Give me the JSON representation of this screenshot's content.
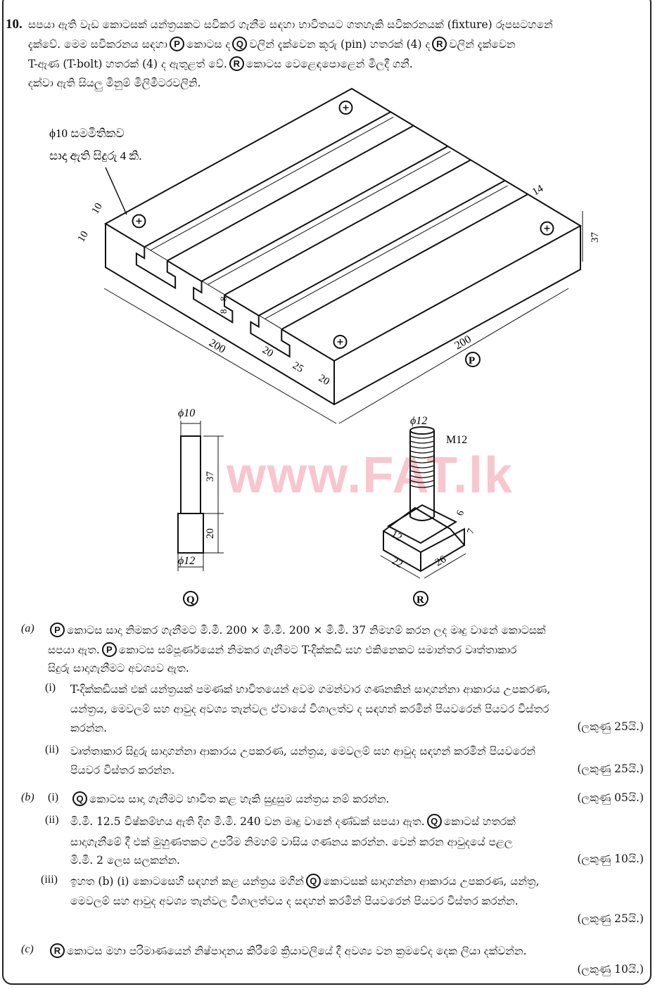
{
  "question": {
    "number": "10.",
    "intro": [
      [
        {
          "t": "සපයා ඇති වැඩ කොටසක් යන්ත්‍රයකට සවිකර ගැනීම සඳහා භාවිතයට ගතහැකි සවිකරනයක් (fixture) රූපසටහනේ"
        }
      ],
      [
        {
          "t": "දැක්වේ. මෙම සවිකරනය සඳහා"
        },
        {
          "c": "P"
        },
        {
          "t": "කොටස ද"
        },
        {
          "c": "Q"
        },
        {
          "t": "වලින් දැක්වෙන කූරු (pin) හතරක් (4) ද"
        },
        {
          "c": "R"
        },
        {
          "t": "වලින් දැක්වෙන"
        }
      ],
      [
        {
          "t": "T-ඇණ (T-bolt) හතරක් (4) ද ඇතුළත් වේ."
        },
        {
          "c": "R"
        },
        {
          "t": "කොටස වෙළෙඳපොළෙන් මිලදී ගනී."
        }
      ],
      [
        {
          "t": "දක්වා ඇති සියලු මිනුම් මිලිමීටරවලිනි."
        }
      ]
    ]
  },
  "figure": {
    "hole_note": [
      "ϕ10 සමමිතිකව",
      "සාදා ඇති සිදුරු 4 කි."
    ],
    "dims_p": {
      "edge_a": "10",
      "edge_b": "10",
      "slot_top": "14",
      "height": "37",
      "step_a": "8",
      "step_b": "8",
      "length_left": "200",
      "slot_w1": "20",
      "rib_w": "25",
      "slot_w2": "20",
      "length_right": "200"
    },
    "label_p": "P",
    "pin": {
      "top_dia": "ϕ10",
      "len_upper": "37",
      "len_lower": "20",
      "bottom_dia": "ϕ12",
      "label": "Q"
    },
    "bolt": {
      "dia": "ϕ12",
      "thread": "M12",
      "dim_a": "6",
      "dim_b": "7",
      "head_w": "12",
      "base_a": "22",
      "base_b": "26",
      "label": "R"
    },
    "watermark": "www.FAT.lk"
  },
  "parts": [
    {
      "label": "(a)",
      "lines": [
        [
          {
            "c": "P"
          },
          {
            "t": "කොටස සාදා නිමකර ගැනීමට මි.මී. 200 × මි.මී. 200 × මි.මී. 37 නිමහම් කරන ලද මෘදු වානේ කොටසක්"
          }
        ],
        [
          {
            "t": "සපයා ඇත."
          },
          {
            "c": "P"
          },
          {
            "t": "කොටස සම්පූර්ණයෙන් නිමකර ගැනීමට T-දික්කඩි සහ එකිනෙකට සමාන්තර වෘත්තාකාර"
          }
        ],
        [
          {
            "t": "සිදුරු සාදාගැනීමට අවශ්‍යව ඇත."
          }
        ]
      ],
      "subs": [
        {
          "label": "(i)",
          "lines": [
            [
              {
                "t": "T-දික්කඩියක් එක් යන්ත්‍රයක් පමණක් භාවිතයෙන් අවම ගමන්වාර ගණනකින් සාදාගන්නා ආකාරය උපකරණ,"
              }
            ],
            [
              {
                "t": "යන්ත්‍රය, මෙවලම් සහ ආවුද අවශ්‍ය තැන්වල ඒවායේ විශාලත්ව ද සඳහන් කරමින් පියවරෙන් පියවර විස්තර"
              }
            ],
            [
              {
                "t": "කරන්න."
              }
            ]
          ],
          "marks": "(ලකුණු 25යි.)"
        },
        {
          "label": "(ii)",
          "lines": [
            [
              {
                "t": "වෘත්තාකාර සිදුරු සාදාගන්නා ආකාරය උපකරණ, යන්ත්‍රය, මෙවලම් සහ ආවුද සඳහන් කරමින් පියවරෙන්"
              }
            ],
            [
              {
                "t": "පියවර විස්තර කරන්න."
              }
            ]
          ],
          "marks": "(ලකුණු 25යි.)"
        }
      ]
    },
    {
      "label": "(b)",
      "lines": [],
      "subs": [
        {
          "label": "(i)",
          "lines": [
            [
              {
                "c": "Q"
              },
              {
                "t": "කොටස සාදා ගැනීමට භාවිත කළ හැකි සුදුසුම යන්ත්‍රය නම් කරන්න."
              }
            ]
          ],
          "marks": "(ලකුණු 05යි.)"
        },
        {
          "label": "(ii)",
          "lines": [
            [
              {
                "t": "මි.මී. 12.5 විෂ්කම්භය ඇති දිග මි.මී. 240 වන මෘදු වානේ දණ්ඩක් සපයා ඇත."
              },
              {
                "c": "Q"
              },
              {
                "t": "කොටස් හතරක්"
              }
            ],
            [
              {
                "t": "සාදාගැනීමේ දී එක් මුහුණතකට උපරිම නිමහම් වාසිය ගණනය කරන්න. වෙන් කරන ආවුදයේ පළල"
              }
            ],
            [
              {
                "t": "මි.මී. 2 ලෙස සලකන්න."
              }
            ]
          ],
          "marks": "(ලකුණු 10යි.)"
        },
        {
          "label": "(iii)",
          "lines": [
            [
              {
                "t": "ඉහත (b) (i) කොටසෙහි සඳහන් කළ යන්ත්‍රය මගින්"
              },
              {
                "c": "Q"
              },
              {
                "t": "කොටසක් සාදාගන්නා ආකාරය උපකරණ, යන්ත්‍ර,"
              }
            ],
            [
              {
                "t": "මෙවලම් සහ ආවුද අවශ්‍ය තැන්වල විශාලත්වය ද සඳහන් කරමින් පියවරෙන් පියවර විස්තර කරන්න."
              }
            ],
            [
              {
                "t": ""
              }
            ]
          ],
          "marks": "(ලකුණු 25යි.)"
        }
      ]
    },
    {
      "label": "(c)",
      "lines": [
        [
          {
            "c": "R"
          },
          {
            "t": "කොටස මහා පරිමාණයෙන් නිෂ්පාදනය කිරීමේ ක්‍රියාවලියේ දී අවශ්‍ය වන ක්‍රමවේද දෙක ලියා දක්වන්න."
          }
        ],
        [
          {
            "t": ""
          }
        ]
      ],
      "marks": "(ලකුණු 10යි.)",
      "subs": []
    }
  ]
}
